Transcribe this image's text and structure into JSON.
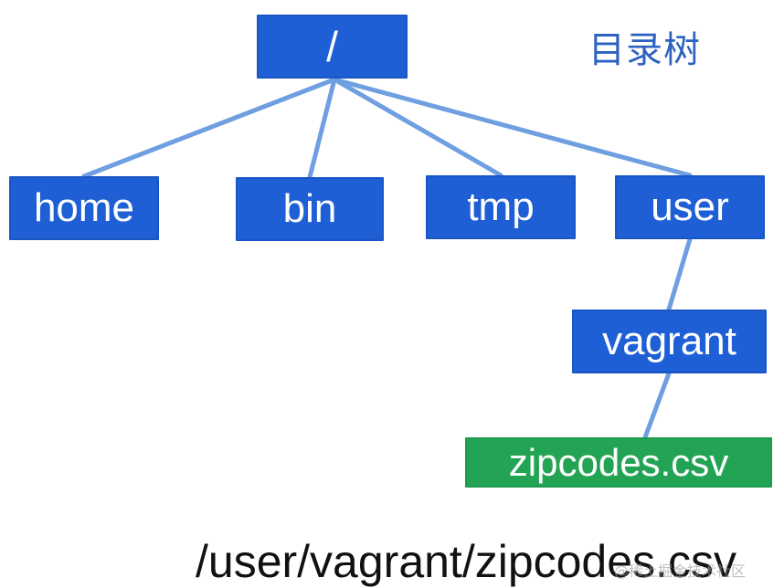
{
  "title": "目录树",
  "tree": {
    "root": "/",
    "children": [
      "home",
      "bin",
      "tmp",
      "user"
    ],
    "user_child": "vagrant",
    "vagrant_child": "zipcodes.csv"
  },
  "path_caption": "/user/vagrant/zipcodes.csv",
  "watermark": "@稀土掘金技术社区",
  "colors": {
    "directory_node": "#1e5fd6",
    "file_node": "#23a455",
    "edge": "#6f9fe0",
    "title": "#2d62c0"
  }
}
